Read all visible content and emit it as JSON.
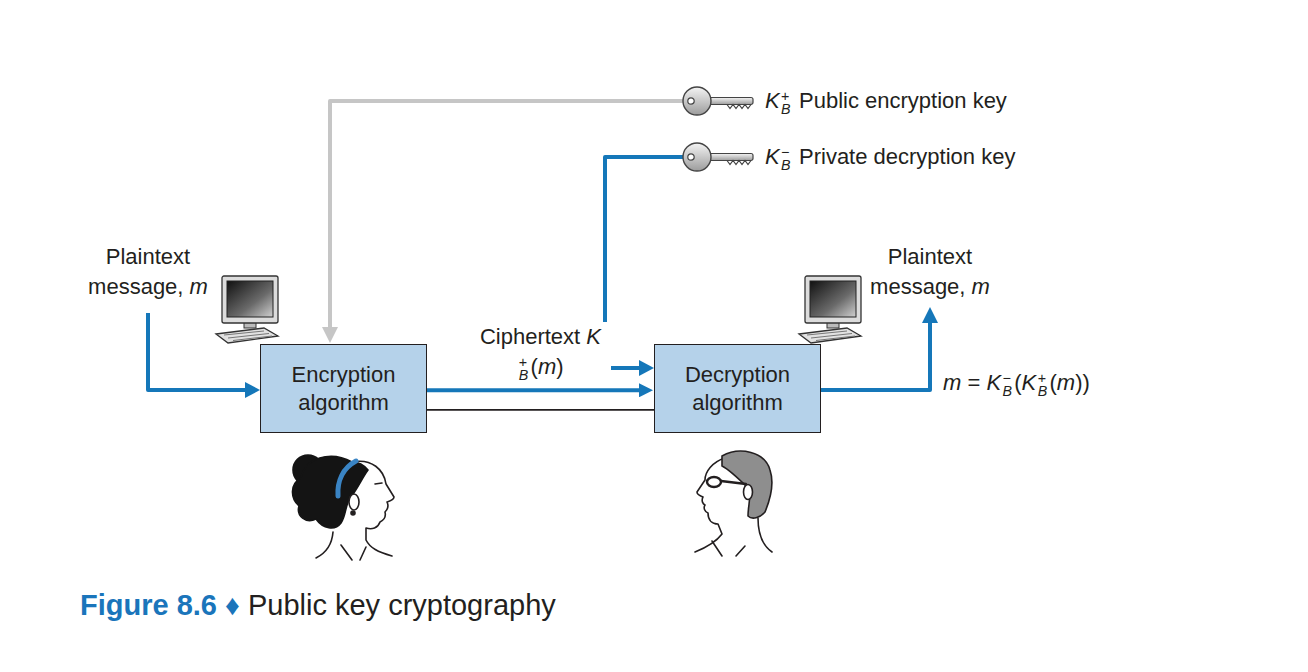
{
  "diagram": {
    "caption": "Figure 8.6 ♦ Public key cryptography",
    "nodes": [
      {
        "text": [
          "Encryption algorithm"
        ]
      },
      {
        "text": [
          "Decryption algorithm"
        ]
      }
    ],
    "edges": [
      {
        "from": 0,
        "to": 1,
        "arrow": "to",
        "label": "Ciphertext KB+(m)"
      },
      {
        "from": 0,
        "to": 1,
        "arrow": "none"
      }
    ],
    "labels": [
      "KB+ Public encryption key",
      "KB− Private decryption key",
      "Plaintext message, m",
      "Plaintext message, m",
      "m = KB−(KB+(m))"
    ]
  }
}
